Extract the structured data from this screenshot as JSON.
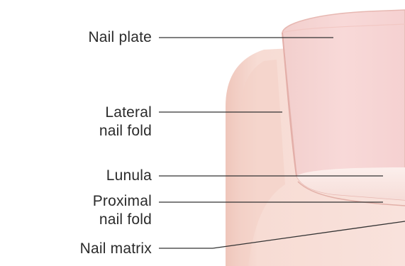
{
  "labels": {
    "nail_plate": "Nail plate",
    "lateral_nail_fold": [
      "Lateral",
      "nail fold"
    ],
    "lunula": "Lunula",
    "proximal_nail_fold": [
      "Proximal",
      "nail fold"
    ],
    "nail_matrix": "Nail matrix"
  },
  "colors": {
    "skin": "#f6d8cf",
    "skin_shadow": "#e8b9ae",
    "nail_plate": "#f7d4d3",
    "nail_edge": "#e9b7b1",
    "lunula": "#fbe9e6",
    "leader_line": "#333333",
    "label_text": "#2b2b2b"
  }
}
